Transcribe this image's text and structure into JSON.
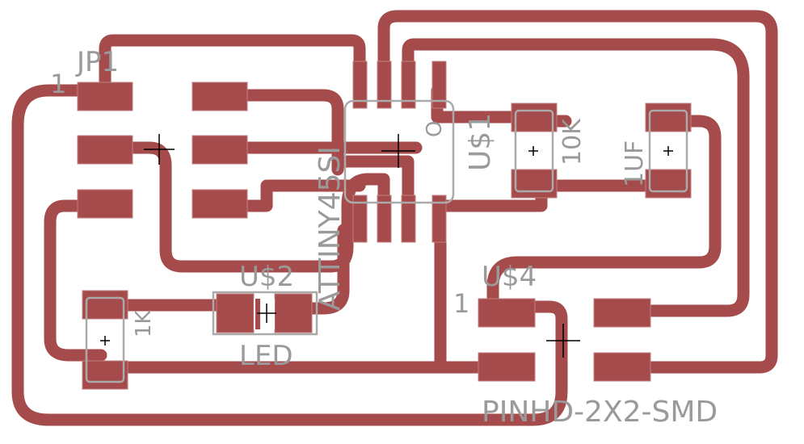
{
  "board": {
    "colors": {
      "background": "#ffffff",
      "copper": "#a64b4b",
      "silkscreen": "#9a9a9a",
      "origin_cross": "#000000"
    },
    "labels": {
      "jp1_name": "JP1",
      "jp1_pin1": "1",
      "us1_name": "U$1",
      "us1_value": "ATTINY45SI",
      "us1_pin_mark": "O",
      "us2_name": "U$2",
      "us2_value": "LED",
      "r_value_10k": "10K",
      "c_value_1uf": "1UF",
      "r_value_1k": "1K",
      "us4_name": "U$4",
      "us4_pin1": "1",
      "us4_value": "PINHD-2X2-SMD"
    }
  }
}
